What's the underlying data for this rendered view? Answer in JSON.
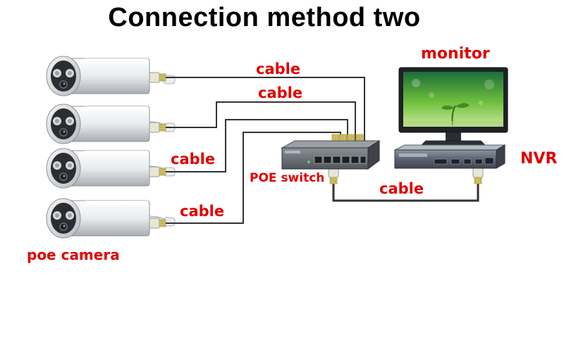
{
  "title": "Connection method two",
  "labels": {
    "monitor": "monitor",
    "nvr": "NVR",
    "poe_switch": "POE switch",
    "poe_camera": "poe camera"
  },
  "cables": [
    "cable",
    "cable",
    "cable",
    "cable",
    "cable"
  ],
  "colors": {
    "label_red": "#e00000",
    "cable_line": "#333333",
    "switch_body": "#555a60",
    "nvr_front": "#5a6270",
    "monitor_screen": "#7fc35a"
  },
  "icons": [
    "camera-icon",
    "rj45-connector-icon",
    "poe-switch-icon",
    "nvr-icon",
    "monitor-icon"
  ]
}
